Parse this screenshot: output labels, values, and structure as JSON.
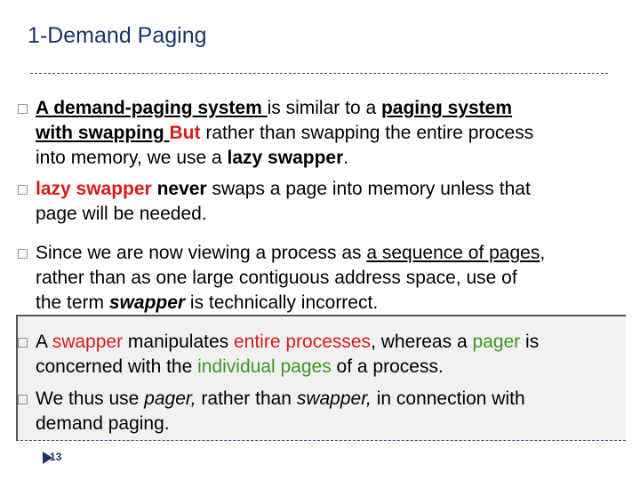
{
  "slide": {
    "title": "1-Demand Paging",
    "page_number": "13",
    "bullet_glyph": "□",
    "accent_colors": {
      "title": "#1a3466",
      "red": "#d81b1b",
      "green": "#3a9a20"
    }
  },
  "p1": {
    "l1_a": "A demand-paging system ",
    "l1_b": "is similar to a ",
    "l1_c": "paging system",
    "l2_a": "with swapping ",
    "l2_b": "But",
    "l2_c": "  rather than swapping the entire process",
    "l3_a": "into memory,  we use a ",
    "l3_b": "lazy swapper",
    "l3_c": "."
  },
  "p2": {
    "l1_a": "lazy swapper",
    "l1_b": " never",
    "l1_c": " swaps a page into memory unless that",
    "l2": "page will be needed."
  },
  "p3": {
    "l1_a": "Since we are now viewing a process as ",
    "l1_b": "a sequence of pages",
    "l1_c": ",",
    "l2": "rather than as one large contiguous address space, use of",
    "l3_a": "the term ",
    "l3_b": "swapper",
    "l3_c": " is technically incorrect."
  },
  "p4": {
    "l1_a": "A ",
    "l1_b": "swapper",
    "l1_c": " manipulates ",
    "l1_d": "entire processes",
    "l1_e": ",  whereas a ",
    "l1_f": "pager",
    "l1_g": " is",
    "l2_a": "concerned with the ",
    "l2_b": "individual pages",
    "l2_c": " of a process."
  },
  "p5": {
    "l1_a": " We thus use ",
    "l1_b": "pager,",
    "l1_c": " rather than ",
    "l1_d": "swapper,",
    "l1_e": " in connection with",
    "l2": "demand paging."
  }
}
